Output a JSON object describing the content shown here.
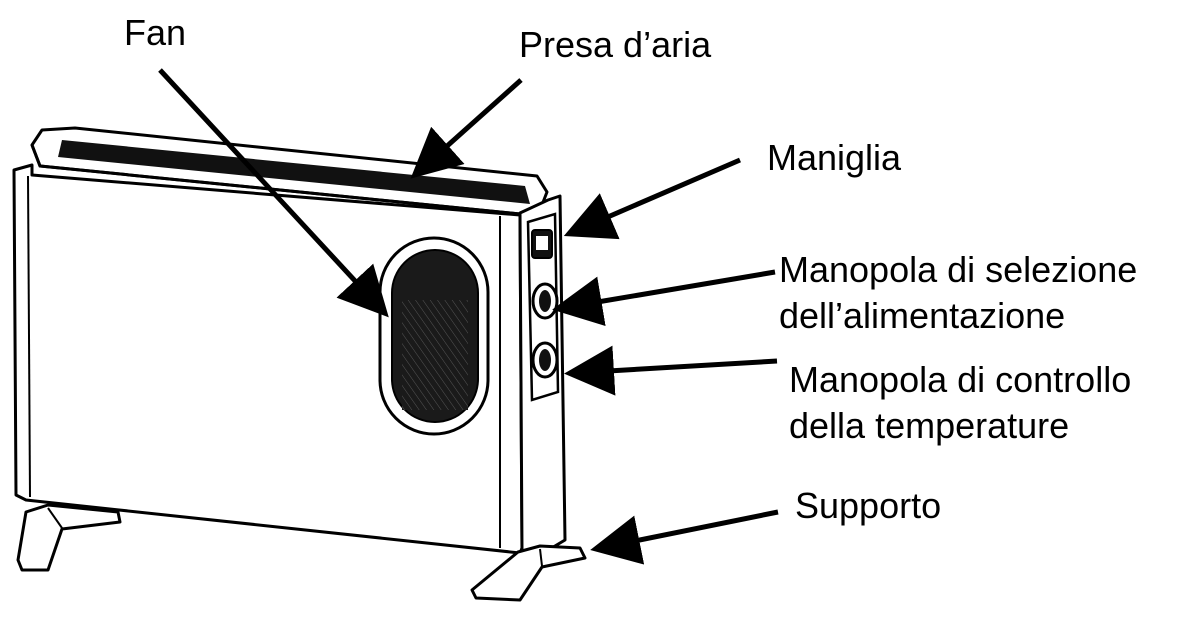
{
  "labels": {
    "fan": "Fan",
    "presa_aria": "Presa d’aria",
    "maniglia": "Maniglia",
    "manopola_selezione_line1": "Manopola di selezione",
    "manopola_selezione_line2": "dell’alimentazione",
    "manopola_temperatura_line1": "Manopola di controllo",
    "manopola_temperatura_line2": "della temperature",
    "supporto": "Supporto"
  },
  "colors": {
    "line": "#000000",
    "background": "#ffffff",
    "grille": "#1a1a1a"
  }
}
